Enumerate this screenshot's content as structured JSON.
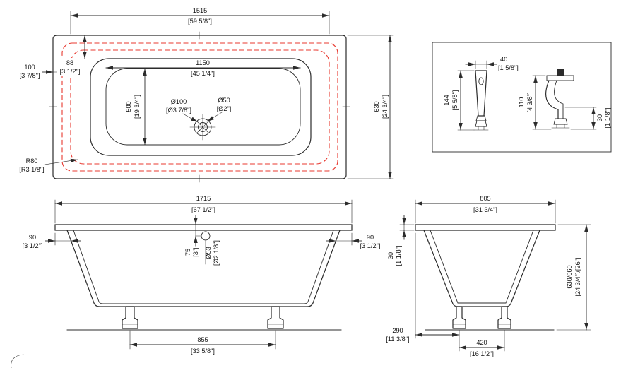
{
  "colors": {
    "line": "#2b2b2b",
    "overflow_dashed": "#e8382f"
  },
  "top_view": {
    "width_mm": "1515",
    "width_in": "[59 5/8\"]",
    "deck_mm": "100",
    "deck_in": "[3 7/8\"]",
    "rim_mm": "88",
    "rim_in": "[3 1/2\"]",
    "basin_width_mm": "1150",
    "basin_width_in": "[45 1/4\"]",
    "basin_depth_mm": "500",
    "basin_depth_in": "[19 3/4\"]",
    "drain_outer_mm": "Ø100",
    "drain_outer_in": "[Ø3 7/8\"]",
    "drain_inner_mm": "Ø50",
    "drain_inner_in": "[Ø2\"]",
    "radius_mm": "R80",
    "radius_in": "[R3 1/8\"]",
    "height_mm": "630",
    "height_in": "[24 3/4\"]"
  },
  "leg_detail": {
    "leg_width_mm": "40",
    "leg_width_in": "[1 5/8\"]",
    "leg_height_mm": "144",
    "leg_height_in": "[5 5/8\"]",
    "bracket_height_mm": "110",
    "bracket_height_in": "[4 3/8\"]",
    "foot_height_mm": "30",
    "foot_height_in": "[1 1/8\"]"
  },
  "front_view": {
    "length_mm": "1715",
    "length_in": "[67 1/2\"]",
    "left_overhang_mm": "90",
    "left_overhang_in": "[3 1/2\"]",
    "right_overhang_mm": "90",
    "right_overhang_in": "[3 1/2\"]",
    "overflow_offset_mm": "75",
    "overflow_offset_in": "[3\"]",
    "overflow_dia_mm": "Ø53",
    "overflow_dia_in": "[Ø2 1/8\"]",
    "leg_span_mm": "855",
    "leg_span_in": "[33 5/8\"]"
  },
  "side_view": {
    "width_mm": "805",
    "width_in": "[31 3/4\"]",
    "rim_mm": "30",
    "rim_in": "[1 1/8\"]",
    "height_mm": "630/660",
    "height_in": "[24 3/4\"]/[26\"]",
    "edge_to_leg_mm": "290",
    "edge_to_leg_in": "[11 3/8\"]",
    "leg_span_mm": "420",
    "leg_span_in": "[16 1/2\"]"
  }
}
